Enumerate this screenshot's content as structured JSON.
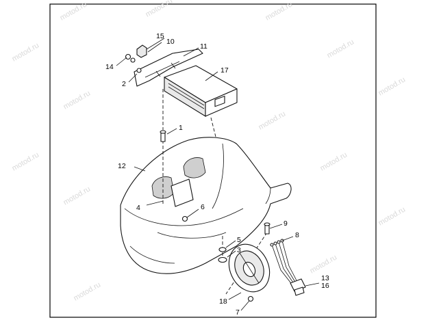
{
  "watermark": "motod.ru",
  "callouts": {
    "c1": "1",
    "c2": "2",
    "c3": "3",
    "c4": "4",
    "c5": "5",
    "c6": "6",
    "c7": "7",
    "c8": "8",
    "c9": "9",
    "c10": "10",
    "c11": "11",
    "c12": "12",
    "c13": "13",
    "c14": "14",
    "c15": "15",
    "c16": "16",
    "c17": "17",
    "c18": "18"
  }
}
